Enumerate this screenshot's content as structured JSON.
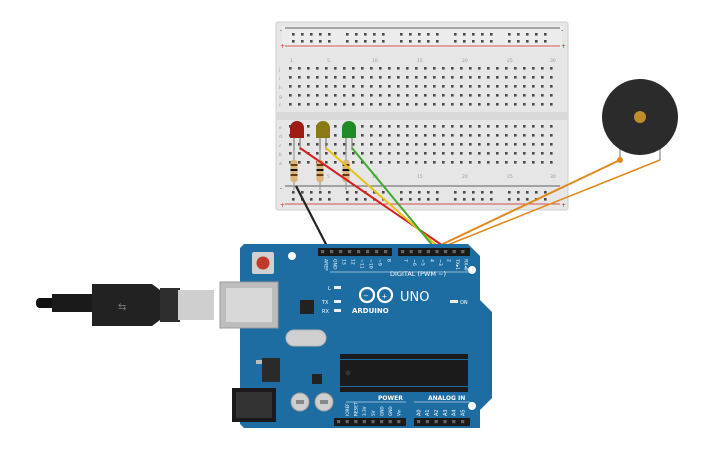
{
  "board": {
    "logo_text": "ARDUINO",
    "model": "UNO",
    "digital_label": "DIGITAL (PWM ~)",
    "power_label": "POWER",
    "analog_label": "ANALOG IN",
    "led_on_label": "ON",
    "led_l_label": "L",
    "tx_label": "TX",
    "rx_label": "RX",
    "digital_pins": [
      "AREF",
      "GND",
      "13",
      "12",
      "~11",
      "~10",
      "~9",
      "8",
      "7",
      "~6",
      "~5",
      "4",
      "~3",
      "2",
      "TX▸1",
      "RX◂0"
    ],
    "power_pins": [
      "IOREF",
      "RESET",
      "3.3V",
      "5V",
      "GND",
      "GND",
      "Vin"
    ],
    "analog_pins": [
      "A0",
      "A1",
      "A2",
      "A3",
      "A4",
      "A5"
    ]
  },
  "breadboard": {
    "column_numbers": [
      "1",
      "5",
      "10",
      "15",
      "20",
      "25",
      "30"
    ],
    "row_letters_top": [
      "j",
      "i",
      "h",
      "g",
      "f"
    ],
    "row_letters_bottom": [
      "e",
      "d",
      "c",
      "b",
      "a"
    ],
    "rail_plus": "+",
    "rail_minus": "-"
  },
  "colors": {
    "board_blue": "#1d6da3",
    "led_red": "#9e1b12",
    "led_yellow": "#8a7a13",
    "led_green": "#1f8a26",
    "wire_red": "#d32020",
    "wire_yellow": "#e8c21a",
    "wire_green": "#3faa2e",
    "wire_black": "#222222",
    "wire_orange": "#e08a1e"
  }
}
